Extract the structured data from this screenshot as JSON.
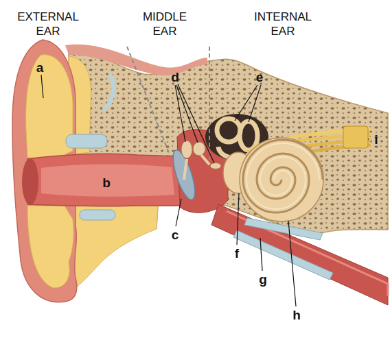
{
  "diagram": {
    "labels": [
      "EXTERNAL EAR",
      "MIDDLE EAR",
      "INTERNAL EAR",
      "a",
      "d",
      "e",
      "b",
      "i",
      "c",
      "f",
      "g",
      "h"
    ]
  }
}
